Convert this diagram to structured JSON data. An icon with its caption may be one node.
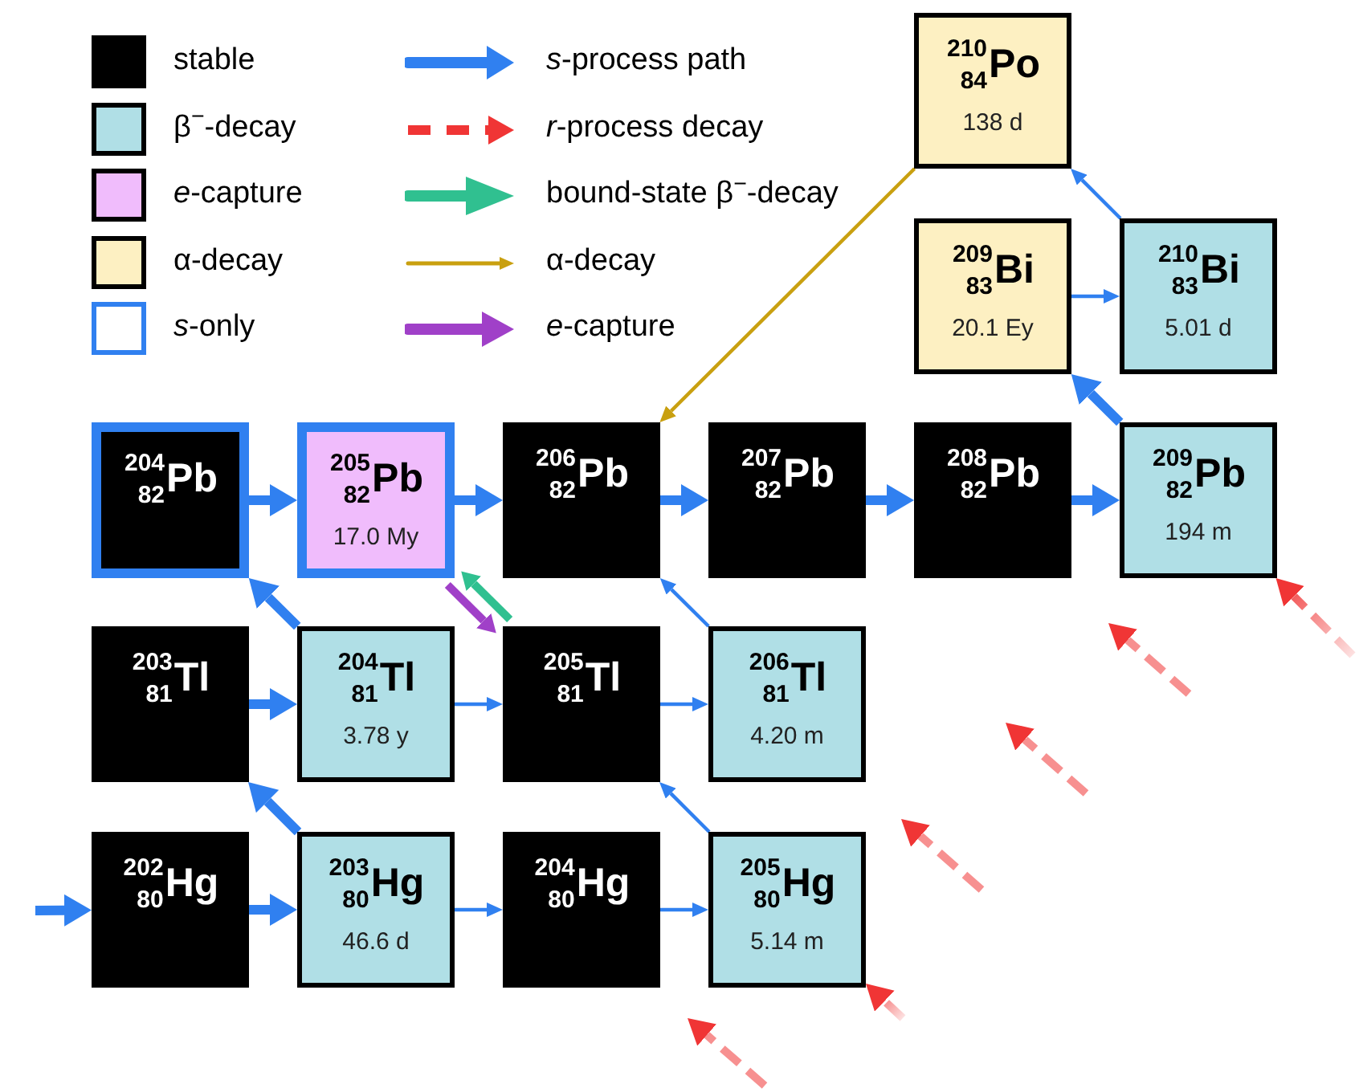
{
  "diagram": {
    "nodes": [
      {
        "text": [
          "$^{210}$$_{84}$Po",
          "138 d"
        ]
      },
      {
        "text": [
          "$^{209}$$_{83}$Bi",
          "20.1 Ey"
        ]
      },
      {
        "text": [
          "$^{210}$$_{83}$Bi",
          "5.01 d"
        ]
      },
      {
        "text": [
          "$^{204}$$_{82}$Pb"
        ]
      },
      {
        "text": [
          "$^{205}$$_{82}$Pb",
          "17.0 My"
        ]
      },
      {
        "text": [
          "$^{206}$$_{82}$Pb"
        ]
      },
      {
        "text": [
          "$^{207}$$_{82}$Pb"
        ]
      },
      {
        "text": [
          "$^{208}$$_{82}$Pb"
        ]
      },
      {
        "text": [
          "$^{209}$$_{82}$Pb",
          "194 m"
        ]
      },
      {
        "text": [
          "$^{203}$$_{81}$Tl"
        ]
      },
      {
        "text": [
          "$^{204}$$_{81}$Tl",
          "3.78 y"
        ]
      },
      {
        "text": [
          "$^{205}$$_{81}$Tl"
        ]
      },
      {
        "text": [
          "$^{206}$$_{81}$Tl",
          "4.20 m"
        ]
      },
      {
        "text": [
          "$^{202}$$_{80}$Hg"
        ]
      },
      {
        "text": [
          "$^{203}$$_{80}$Hg",
          "46.6 d"
        ]
      },
      {
        "text": [
          "$^{204}$$_{80}$Hg"
        ]
      },
      {
        "text": [
          "$^{205}$$_{80}$Hg",
          "5.14 m"
        ]
      }
    ],
    "edges": [
      {
        "from": null,
        "to": 13,
        "arrow": "to"
      },
      {
        "from": 13,
        "to": 14,
        "arrow": "to"
      },
      {
        "from": 14,
        "to": 9,
        "arrow": "to"
      },
      {
        "from": 9,
        "to": 10,
        "arrow": "to"
      },
      {
        "from": 10,
        "to": 3,
        "arrow": "to"
      },
      {
        "from": 3,
        "to": 4,
        "arrow": "to"
      },
      {
        "from": 4,
        "to": 5,
        "arrow": "to"
      },
      {
        "from": 5,
        "to": 6,
        "arrow": "to"
      },
      {
        "from": 6,
        "to": 7,
        "arrow": "to"
      },
      {
        "from": 7,
        "to": 8,
        "arrow": "to"
      },
      {
        "from": 8,
        "to": 1,
        "arrow": "to"
      },
      {
        "from": 14,
        "to": 15,
        "arrow": "to"
      },
      {
        "from": 15,
        "to": 16,
        "arrow": "to"
      },
      {
        "from": 10,
        "to": 11,
        "arrow": "to"
      },
      {
        "from": 11,
        "to": 12,
        "arrow": "to"
      },
      {
        "from": 16,
        "to": 11,
        "arrow": "to"
      },
      {
        "from": 12,
        "to": 5,
        "arrow": "to"
      },
      {
        "from": 1,
        "to": 2,
        "arrow": "to"
      },
      {
        "from": 2,
        "to": 0,
        "arrow": "to"
      },
      {
        "from": 0,
        "to": 5,
        "arrow": "to",
        "color": "#c9a010"
      },
      {
        "from": 4,
        "to": 11,
        "arrow": "to",
        "color": "#a040c8"
      },
      {
        "from": 11,
        "to": 4,
        "arrow": "to",
        "color": "#30c090"
      },
      {
        "from": null,
        "to": 8,
        "arrow": "to",
        "style": "dashed",
        "color": "#f03535"
      },
      {
        "from": null,
        "to": 16,
        "arrow": "to",
        "style": "dashed",
        "color": "#f03535"
      }
    ],
    "legend": [
      {
        "text": "stable",
        "color": "#000000"
      },
      {
        "text": "β$^{−}$-decay",
        "color": "#b0dfe6"
      },
      {
        "text": "*e*-capture",
        "color": "#f0bcfc"
      },
      {
        "text": "α-decay",
        "color": "#fdf0c2"
      },
      {
        "text": "*s*-only"
      },
      {
        "text": "*s*-process path"
      },
      {
        "text": "*r*-process decay"
      },
      {
        "text": "bound-state β$^{−}$-decay"
      },
      {
        "text": "α-decay"
      },
      {
        "text": "*e*-capture"
      }
    ]
  }
}
